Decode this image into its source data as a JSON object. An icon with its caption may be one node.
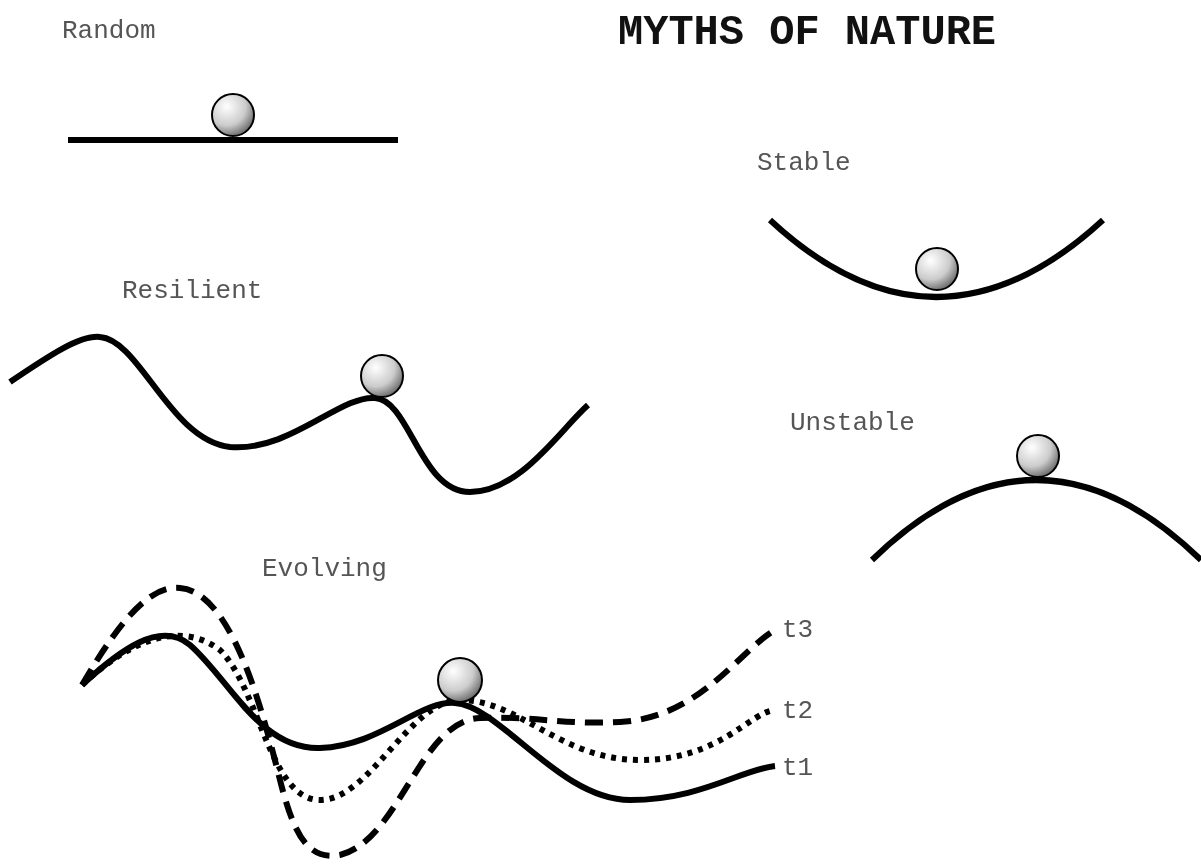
{
  "diagram": {
    "title": "MYTHS OF NATURE",
    "labels": [
      "Random",
      "Stable",
      "Resilient",
      "Unstable",
      "Evolving",
      "t3",
      "t2",
      "t1"
    ]
  }
}
